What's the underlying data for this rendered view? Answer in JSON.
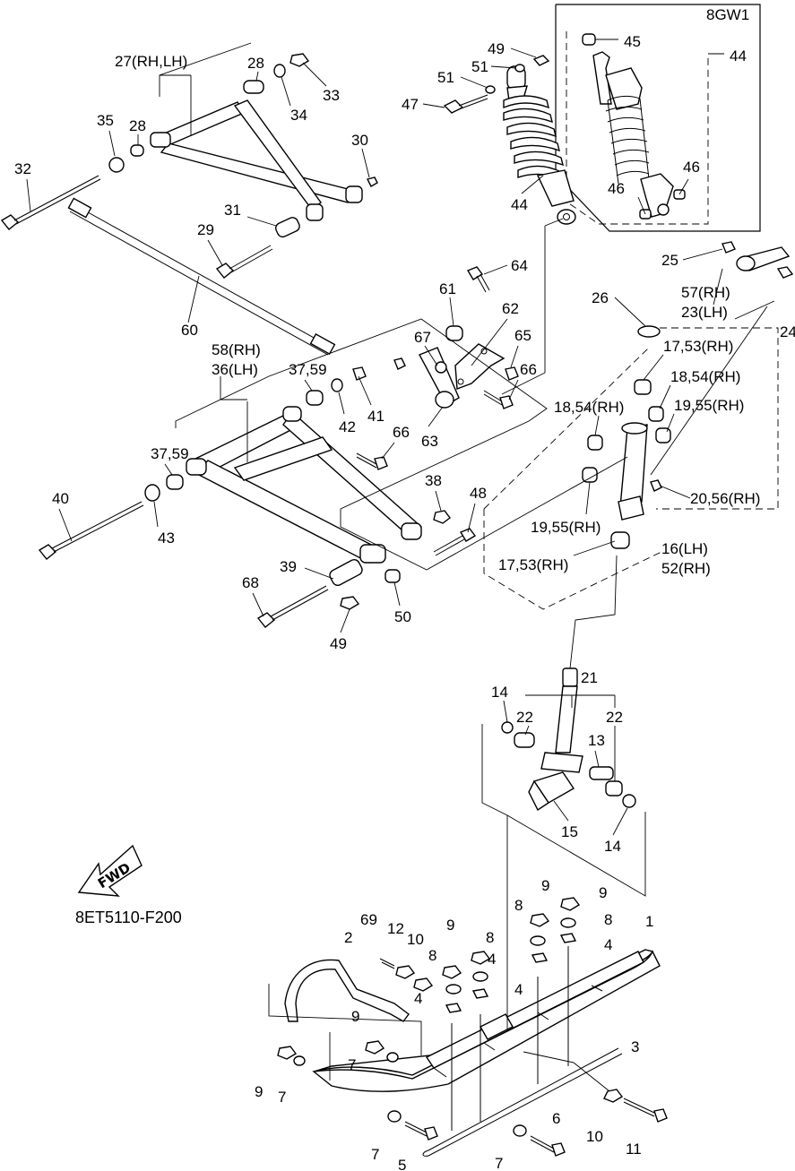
{
  "figure_code": "8ET5110-F200",
  "variant_label": "8GW1",
  "fwd_label": "FWD",
  "callouts": [
    {
      "id": "c1",
      "text": "1"
    },
    {
      "id": "c2",
      "text": "2"
    },
    {
      "id": "c3",
      "text": "3"
    },
    {
      "id": "c4a",
      "text": "4"
    },
    {
      "id": "c4b",
      "text": "4"
    },
    {
      "id": "c4c",
      "text": "4"
    },
    {
      "id": "c4d",
      "text": "4"
    },
    {
      "id": "c5",
      "text": "5"
    },
    {
      "id": "c6",
      "text": "6"
    },
    {
      "id": "c7a",
      "text": "7"
    },
    {
      "id": "c7b",
      "text": "7"
    },
    {
      "id": "c7c",
      "text": "7"
    },
    {
      "id": "c7d",
      "text": "7"
    },
    {
      "id": "c8a",
      "text": "8"
    },
    {
      "id": "c8b",
      "text": "8"
    },
    {
      "id": "c8c",
      "text": "8"
    },
    {
      "id": "c8d",
      "text": "8"
    },
    {
      "id": "c9a",
      "text": "9"
    },
    {
      "id": "c9b",
      "text": "9"
    },
    {
      "id": "c9c",
      "text": "9"
    },
    {
      "id": "c9d",
      "text": "9"
    },
    {
      "id": "c9e",
      "text": "9"
    },
    {
      "id": "c10a",
      "text": "10"
    },
    {
      "id": "c10b",
      "text": "10"
    },
    {
      "id": "c11",
      "text": "11"
    },
    {
      "id": "c12",
      "text": "12"
    },
    {
      "id": "c13",
      "text": "13"
    },
    {
      "id": "c14a",
      "text": "14"
    },
    {
      "id": "c14b",
      "text": "14"
    },
    {
      "id": "c15",
      "text": "15"
    },
    {
      "id": "c16",
      "text": "16(LH)"
    },
    {
      "id": "c52",
      "text": "52(RH)"
    },
    {
      "id": "c17a",
      "text": "17,53(RH)"
    },
    {
      "id": "c17b",
      "text": "17,53(RH)"
    },
    {
      "id": "c18a",
      "text": "18,54(RH)"
    },
    {
      "id": "c18b",
      "text": "18,54(RH)"
    },
    {
      "id": "c19a",
      "text": "19,55(RH)"
    },
    {
      "id": "c19b",
      "text": "19,55(RH)"
    },
    {
      "id": "c20",
      "text": "20,56(RH)"
    },
    {
      "id": "c21",
      "text": "21"
    },
    {
      "id": "c22a",
      "text": "22"
    },
    {
      "id": "c22b",
      "text": "22"
    },
    {
      "id": "c23",
      "text": "23(LH)"
    },
    {
      "id": "c57",
      "text": "57(RH)"
    },
    {
      "id": "c24",
      "text": "24"
    },
    {
      "id": "c25",
      "text": "25"
    },
    {
      "id": "c26",
      "text": "26"
    },
    {
      "id": "c27",
      "text": "27(RH,LH)"
    },
    {
      "id": "c28a",
      "text": "28"
    },
    {
      "id": "c28b",
      "text": "28"
    },
    {
      "id": "c29",
      "text": "29"
    },
    {
      "id": "c30",
      "text": "30"
    },
    {
      "id": "c31",
      "text": "31"
    },
    {
      "id": "c32",
      "text": "32"
    },
    {
      "id": "c33",
      "text": "33"
    },
    {
      "id": "c34",
      "text": "34"
    },
    {
      "id": "c35",
      "text": "35"
    },
    {
      "id": "c58",
      "text": "58(RH)"
    },
    {
      "id": "c36",
      "text": "36(LH)"
    },
    {
      "id": "c37a",
      "text": "37,59"
    },
    {
      "id": "c37b",
      "text": "37,59"
    },
    {
      "id": "c38",
      "text": "38"
    },
    {
      "id": "c39",
      "text": "39"
    },
    {
      "id": "c40",
      "text": "40"
    },
    {
      "id": "c41",
      "text": "41"
    },
    {
      "id": "c42",
      "text": "42"
    },
    {
      "id": "c43",
      "text": "43"
    },
    {
      "id": "c44a",
      "text": "44"
    },
    {
      "id": "c44b",
      "text": "44"
    },
    {
      "id": "c45",
      "text": "45"
    },
    {
      "id": "c46a",
      "text": "46"
    },
    {
      "id": "c46b",
      "text": "46"
    },
    {
      "id": "c47",
      "text": "47"
    },
    {
      "id": "c48",
      "text": "48"
    },
    {
      "id": "c49a",
      "text": "49"
    },
    {
      "id": "c49b",
      "text": "49"
    },
    {
      "id": "c50",
      "text": "50"
    },
    {
      "id": "c51a",
      "text": "51"
    },
    {
      "id": "c51b",
      "text": "51"
    },
    {
      "id": "c60",
      "text": "60"
    },
    {
      "id": "c61",
      "text": "61"
    },
    {
      "id": "c62",
      "text": "62"
    },
    {
      "id": "c63",
      "text": "63"
    },
    {
      "id": "c64",
      "text": "64"
    },
    {
      "id": "c65",
      "text": "65"
    },
    {
      "id": "c66a",
      "text": "66"
    },
    {
      "id": "c66b",
      "text": "66"
    },
    {
      "id": "c67",
      "text": "67"
    },
    {
      "id": "c68",
      "text": "68"
    },
    {
      "id": "c69",
      "text": "69"
    }
  ]
}
